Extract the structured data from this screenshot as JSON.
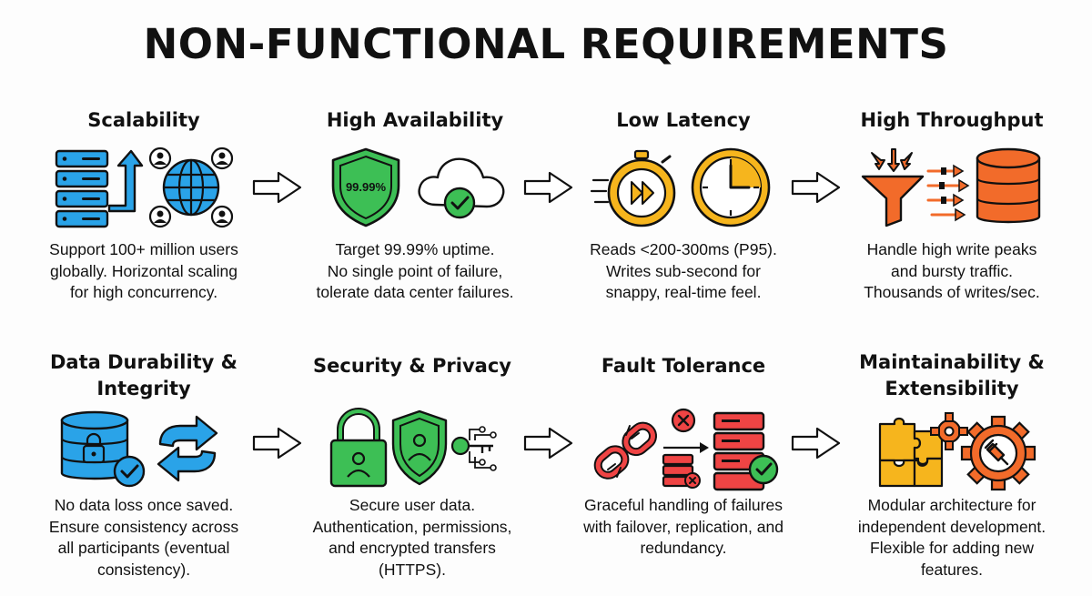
{
  "title": "NON-FUNCTIONAL REQUIREMENTS",
  "cards": [
    {
      "heading": "Scalability",
      "desc": [
        "Support 100+ million users",
        "globally. Horizontal scaling",
        "for high concurrency."
      ]
    },
    {
      "heading": "High Availability",
      "badge": "99.99%",
      "desc": [
        "Target 99.99% uptime.",
        "No single point of failure,",
        "tolerate data center failures."
      ]
    },
    {
      "heading": "Low Latency",
      "desc": [
        "Reads <200-300ms (P95).",
        "Writes sub-second for",
        "snappy, real-time feel."
      ]
    },
    {
      "heading": "High Throughput",
      "desc": [
        "Handle high write peaks",
        "and bursty traffic.",
        "Thousands of writes/sec."
      ]
    },
    {
      "heading": [
        "Data Durability &",
        "Integrity"
      ],
      "desc": [
        "No data loss once saved.",
        "Ensure consistency across",
        "all participants (eventual",
        "consistency)."
      ]
    },
    {
      "heading": "Security & Privacy",
      "desc": [
        "Secure user data.",
        "Authentication, permissions,",
        "and encrypted transfers",
        "(HTTPS)."
      ]
    },
    {
      "heading": "Fault Tolerance",
      "desc": [
        "Graceful handling of failures",
        "with failover, replication, and",
        "redundancy."
      ]
    },
    {
      "heading": [
        "Maintainability &",
        "Extensibility"
      ],
      "desc": [
        "Modular architecture for",
        "independent development.",
        "Flexible for adding new",
        "features."
      ]
    }
  ],
  "colors": {
    "blue": "#2aa3e8",
    "green": "#3dbf55",
    "yellow": "#f6b51d",
    "orange": "#f26b2a",
    "red": "#ef4444",
    "purple": "#a04fd0"
  }
}
